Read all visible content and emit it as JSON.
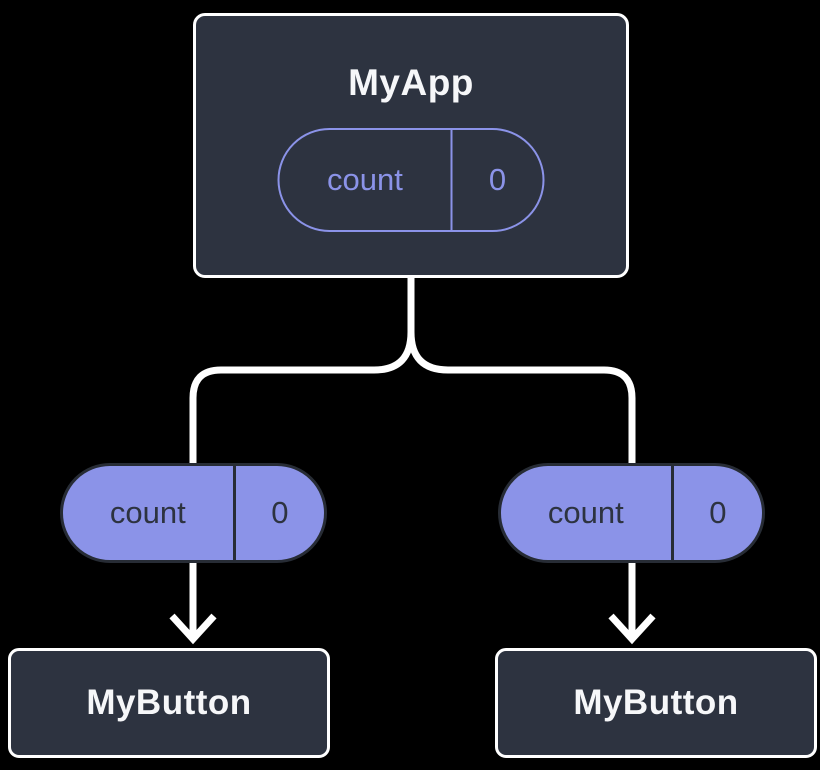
{
  "diagram": {
    "description": "Component tree: parent app holding state passed down to two buttons",
    "colors": {
      "background": "#000000",
      "node_fill": "#2d3340",
      "node_border": "#ffffff",
      "pill_purple": "#8b93e8",
      "pill_dark_text": "#2d3340",
      "connector": "#ffffff"
    },
    "root": {
      "title": "MyApp",
      "state": {
        "label": "count",
        "value": "0"
      }
    },
    "children": [
      {
        "title": "MyButton",
        "prop": {
          "label": "count",
          "value": "0"
        }
      },
      {
        "title": "MyButton",
        "prop": {
          "label": "count",
          "value": "0"
        }
      }
    ]
  }
}
